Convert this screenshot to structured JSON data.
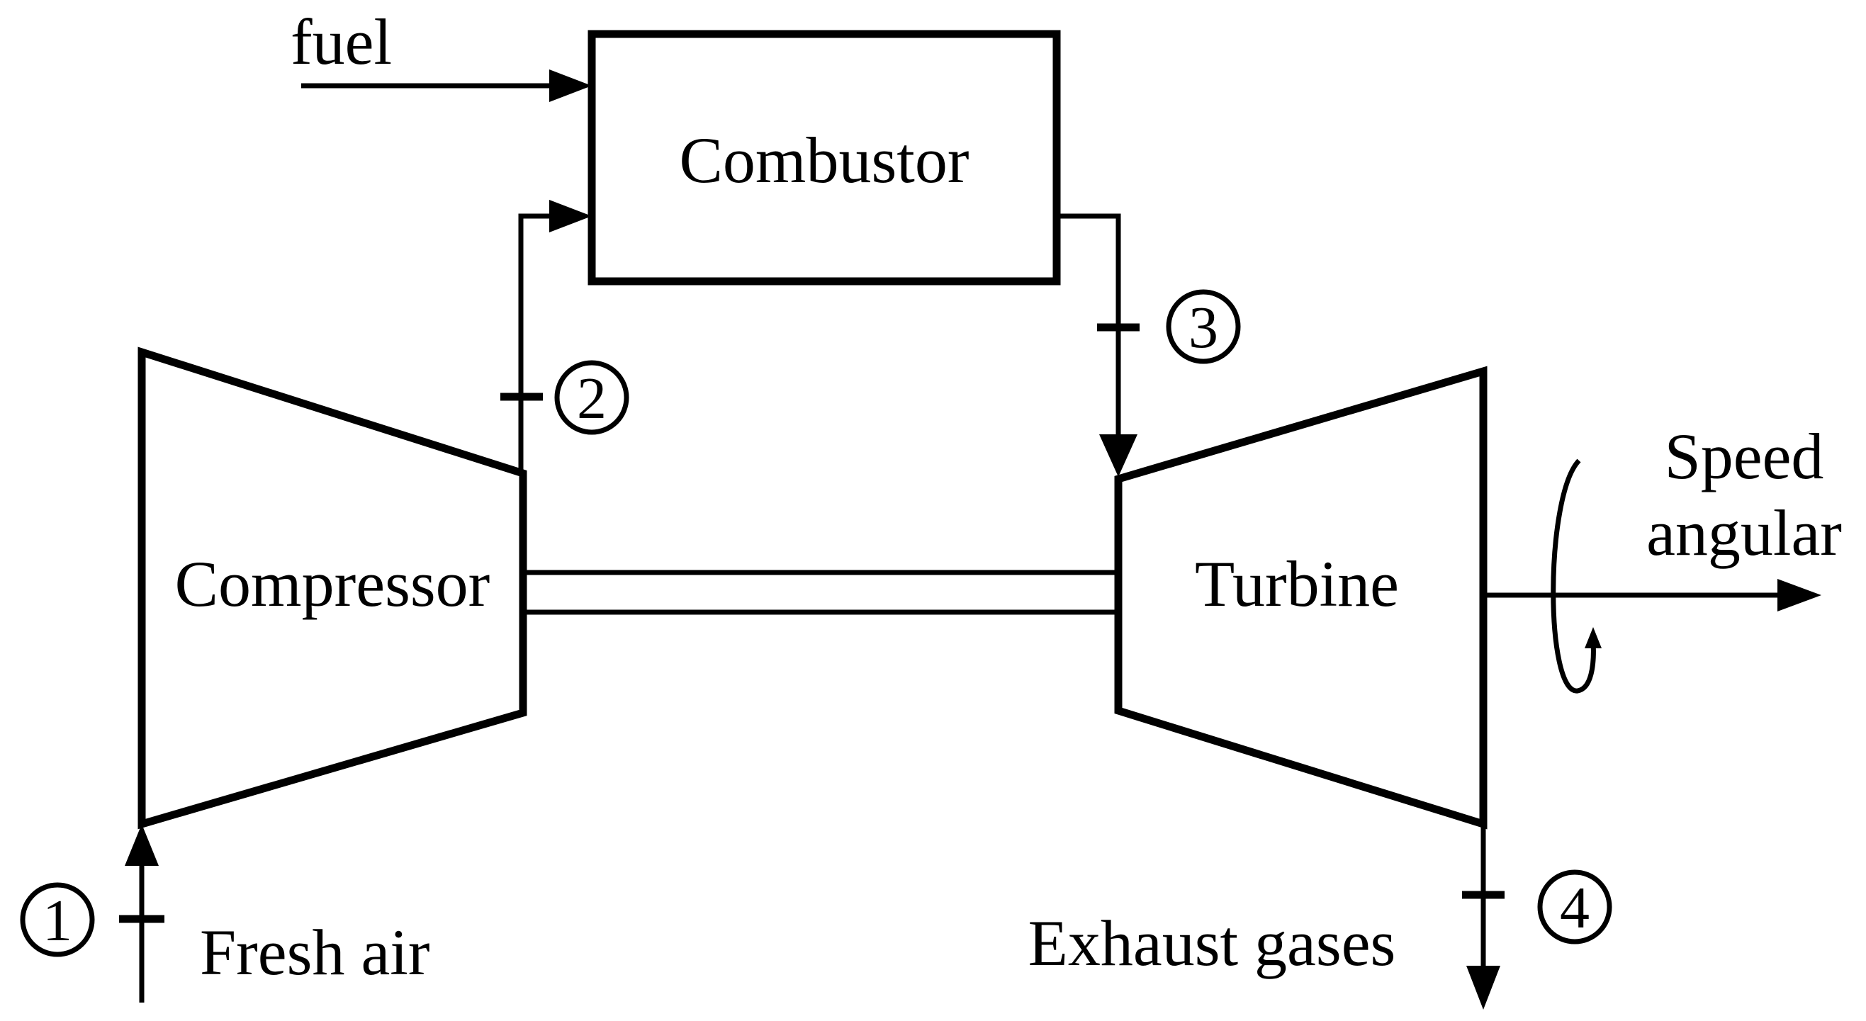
{
  "components": {
    "combustor": "Combustor",
    "compressor": "Compressor",
    "turbine": "Turbine"
  },
  "flows": {
    "fuel": "fuel",
    "fresh_air": "Fresh air",
    "exhaust": "Exhaust gases",
    "speed_line1": "Speed",
    "speed_line2": "angular"
  },
  "stations": [
    "1",
    "2",
    "3",
    "4"
  ]
}
